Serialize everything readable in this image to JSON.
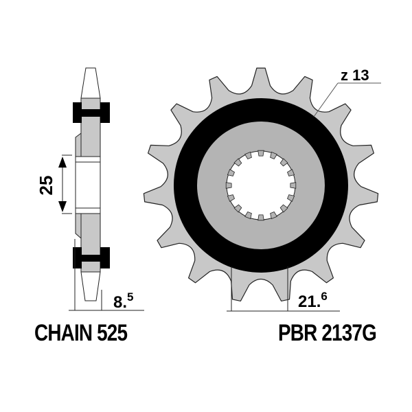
{
  "product": {
    "part_number": "PBR 2137G",
    "chain_label": "CHAIN 525"
  },
  "dimensions": {
    "teeth_label": "z 13",
    "side_height": "25",
    "side_thickness_main": "8.",
    "side_thickness_sup": "5",
    "tooth_gap_main": "21.",
    "tooth_gap_sup": "6"
  },
  "colors": {
    "sprocket_fill": "#c8c8c8",
    "hub_fill": "#b4b4b4",
    "ring_fill": "#000000",
    "outline": "#222222",
    "background": "#ffffff"
  },
  "geometry": {
    "sprocket_teeth_drawn": 15,
    "spline_teeth_drawn": 16
  }
}
